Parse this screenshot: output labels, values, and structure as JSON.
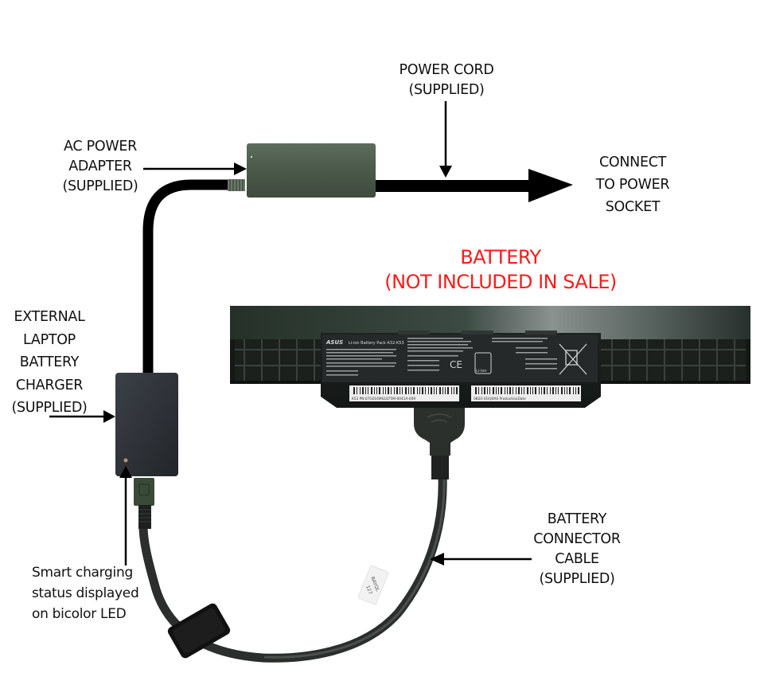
{
  "labels": {
    "ac_adapter": [
      "AC POWER",
      "ADAPTER",
      "(SUPPLIED)"
    ],
    "power_cord": [
      "POWER CORD",
      "(SUPPLIED)"
    ],
    "connect_socket": [
      "CONNECT",
      "TO POWER",
      "SOCKET"
    ],
    "battery_note": [
      "BATTERY",
      "(NOT INCLUDED IN SALE)"
    ],
    "external_charger": [
      "EXTERNAL",
      "LAPTOP",
      "BATTERY",
      "CHARGER",
      "(SUPPLIED)"
    ],
    "connector_cable": [
      "BATTERY",
      "CONNECTOR",
      "CABLE",
      "(SUPPLIED)"
    ],
    "led_status": [
      "Smart charging",
      "status displayed",
      "on bicolor LED"
    ]
  },
  "battery_label": {
    "brand": "ASUS",
    "title": "Li-ion Battery Pack A32-K53",
    "recycle_mark": "Li-ion",
    "barcode_left": "K53 PN:07G016MS1875M-0041A-009",
    "barcode_right": "0B20-01IQ0AS ProductionDate"
  },
  "cable_tag": [
    "RAYQL",
    "127"
  ],
  "colors": {
    "text": "#111111",
    "warning_red": "#ff1a1a",
    "adapter_green": "#4a5a4a",
    "charger_gray": "#2e3236",
    "battery_dark": "#1e2420",
    "cable_black": "#000000"
  }
}
